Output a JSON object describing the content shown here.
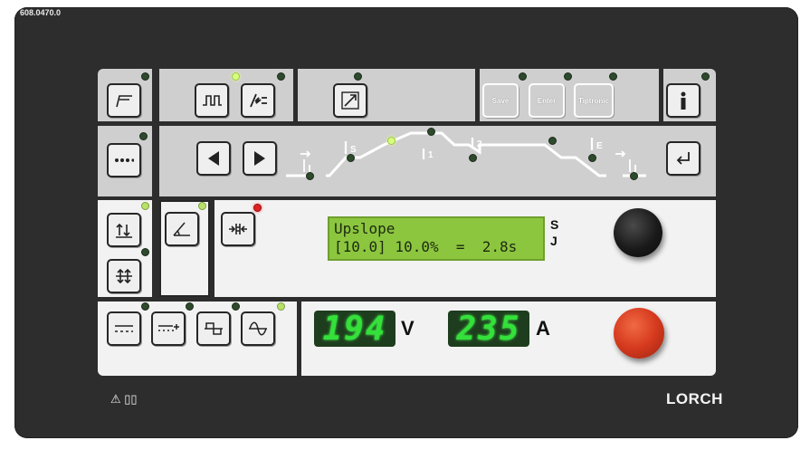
{
  "device": {
    "part_number": "608.0470.0",
    "brand": "LORCH"
  },
  "buttons": {
    "save": "Save",
    "enter": "Enter",
    "tiptronic": "Tiptronic"
  },
  "phase_labels": {
    "start_current": "S",
    "main_current": "1",
    "second_current": "2",
    "end_current": "E"
  },
  "lcd": {
    "line1": "Upslope",
    "line2": "[10.0] 10.0%  =  2.8s",
    "unit1": "S",
    "unit2": "J"
  },
  "meters": {
    "voltage_value": "194",
    "voltage_unit": "V",
    "current_value": "235",
    "current_unit": "A"
  },
  "colors": {
    "panel": "#2d2d2d",
    "lcd_bg": "#8cc63f",
    "segment_on": "#34e03a",
    "knob_red": "#d63a1e",
    "led_active": "#d6ff80",
    "led_alert": "#e02020"
  }
}
